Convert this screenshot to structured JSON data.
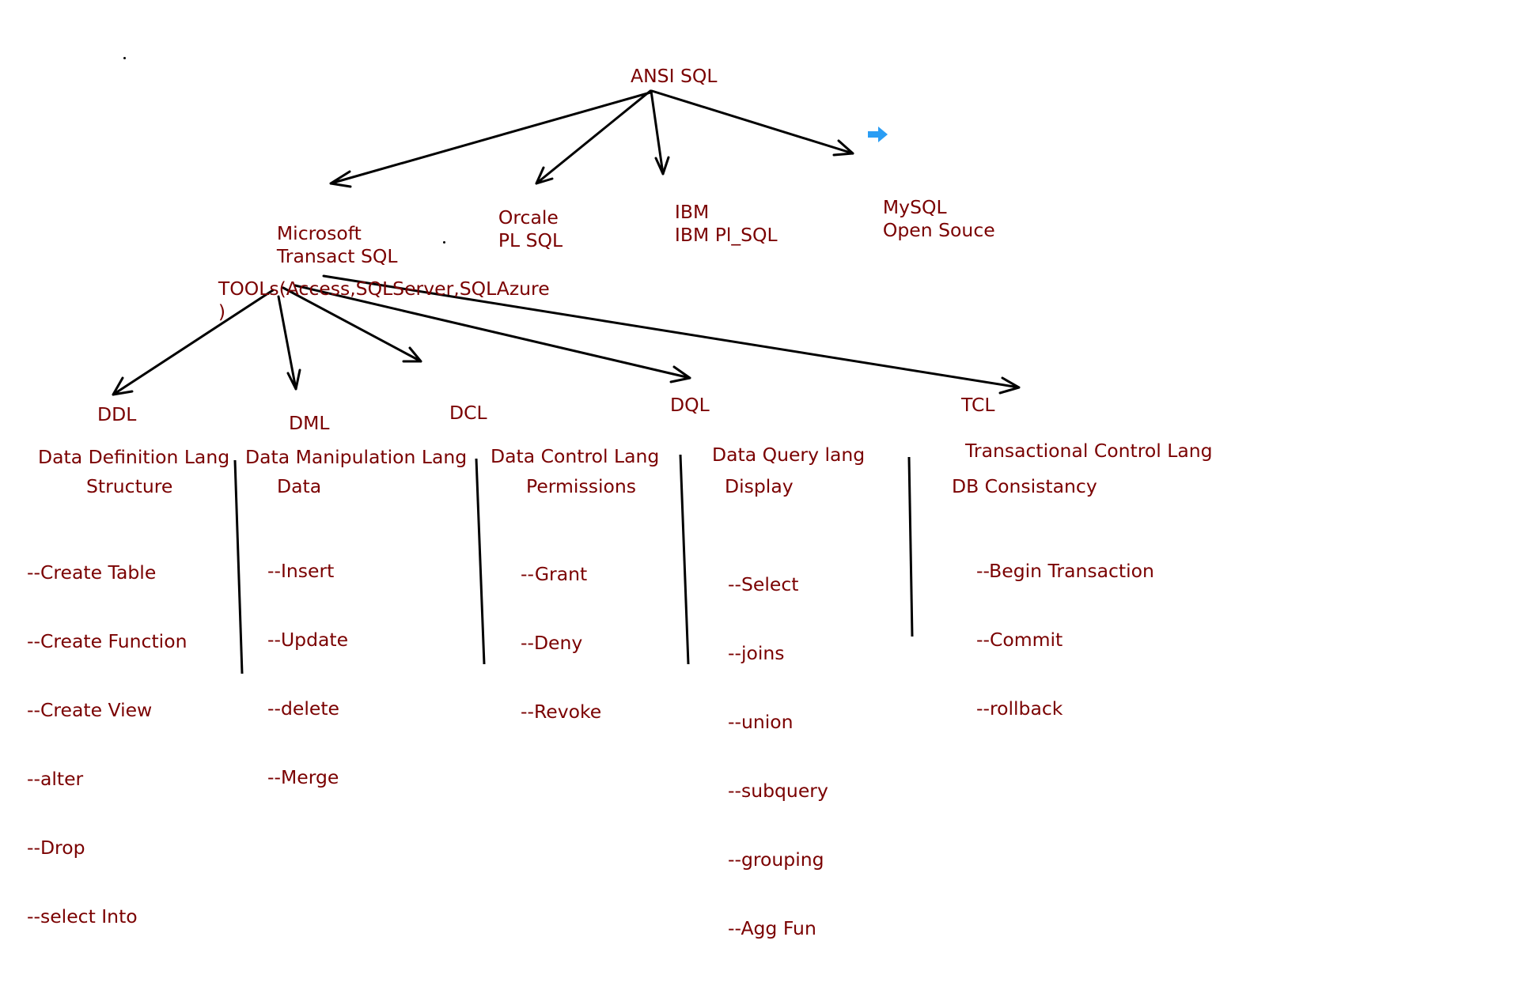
{
  "root": {
    "label": "ANSI SQL"
  },
  "vendors": [
    {
      "id": "microsoft",
      "lines": [
        "Microsoft",
        "Transact SQL"
      ]
    },
    {
      "id": "oracle",
      "lines": [
        "Orcale",
        "PL SQL"
      ]
    },
    {
      "id": "ibm",
      "lines": [
        "IBM",
        "IBM Pl_SQL"
      ]
    },
    {
      "id": "mysql",
      "lines": [
        "MySQL",
        "Open Souce"
      ]
    }
  ],
  "tools": {
    "lines": [
      "TOOLs(Access,SQLServer,SQLAzure",
      ")"
    ]
  },
  "categories": [
    {
      "id": "ddl",
      "abbr": "DDL",
      "full": "Data Definition Lang",
      "purpose": "Structure",
      "items": [
        "--Create Table",
        "--Create Function",
        "--Create View",
        "--alter",
        "--Drop",
        "--select Into"
      ]
    },
    {
      "id": "dml",
      "abbr": "DML",
      "full": "Data Manipulation Lang",
      "purpose": "Data",
      "items": [
        "--Insert",
        "--Update",
        "--delete",
        "--Merge"
      ]
    },
    {
      "id": "dcl",
      "abbr": "DCL",
      "full": "Data Control Lang",
      "purpose": "Permissions",
      "items": [
        "--Grant",
        "--Deny",
        "--Revoke"
      ]
    },
    {
      "id": "dql",
      "abbr": "DQL",
      "full": "Data Query lang",
      "purpose": "Display",
      "items": [
        "--Select",
        "--joins",
        "--union",
        "--subquery",
        "--grouping",
        "--Agg Fun"
      ]
    },
    {
      "id": "tcl",
      "abbr": "TCL",
      "full": "Transactional Control Lang",
      "purpose": "DB Consistancy",
      "items": [
        "--Begin Transaction",
        "--Commit",
        "--rollback"
      ]
    }
  ],
  "colors": {
    "text": "#7a0000",
    "lines": "#000000",
    "accent_arrow": "#2a9df4"
  },
  "icons": {
    "accent": "right-arrow-icon"
  }
}
